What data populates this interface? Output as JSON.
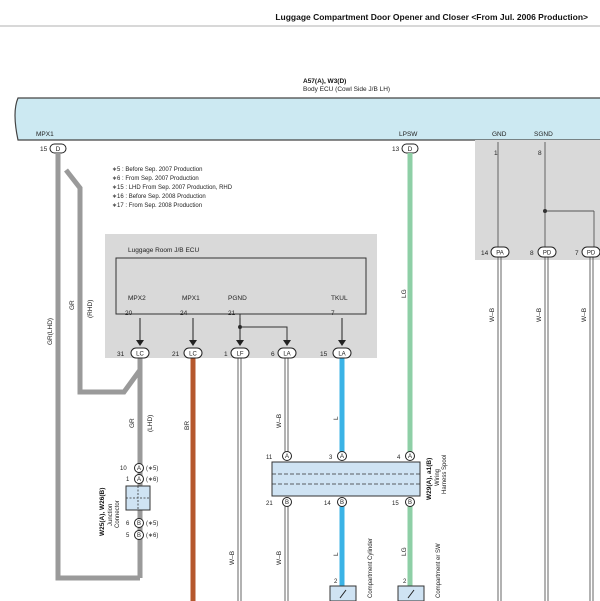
{
  "title": "Luggage Compartment Door Opener and Closer <From Jul. 2006 Production>",
  "body_ecu": {
    "code": "A57(A), W3(D)",
    "name": "Body ECU (Cowl Side J/B LH)",
    "pins": [
      {
        "label": "MPX1",
        "pin": "15",
        "conn": "D"
      },
      {
        "label": "LPSW",
        "pin": "13",
        "conn": "D"
      },
      {
        "label": "GND",
        "pin": "1"
      },
      {
        "label": "SGND",
        "pin": "8"
      }
    ]
  },
  "notes": [
    "∗5 : Before Sep.  2007 Production",
    "∗6 : From Sep.  2007 Production",
    "∗15 : LHD From Sep.  2007 Production,  RHD",
    "∗16 : Before Sep.  2008 Production",
    "∗17 : From Sep.  2008 Production"
  ],
  "luggage_ecu": {
    "name": "Luggage Room J/B ECU",
    "terminals": [
      {
        "label": "MPX2",
        "pin": "20",
        "conn_pin": "31",
        "conn": "LC"
      },
      {
        "label": "MPX1",
        "pin": "24",
        "conn_pin": "21",
        "conn": "LC"
      },
      {
        "label": "PGND",
        "pin": "21",
        "conn_pin": "1",
        "conn": "LF"
      },
      {
        "label": "",
        "pin": "",
        "conn_pin": "6",
        "conn": "LA"
      },
      {
        "label": "TKUL",
        "pin": "7",
        "conn_pin": "15",
        "conn": "LA"
      }
    ]
  },
  "right_connectors": [
    {
      "pin": "14",
      "conn": "PA"
    },
    {
      "pin": "8",
      "conn": "PD"
    },
    {
      "pin": "7",
      "conn": "PD"
    }
  ],
  "wire_labels": {
    "gr_lhd": "GR(LHD)",
    "gr": "GR",
    "rhd": "(RHD)",
    "lg": "LG",
    "wb": "W–B",
    "br": "BR",
    "l": "L",
    "gr2": "GR",
    "lhd2": "(LHD)"
  },
  "junction": {
    "code": "W25(A), W26(B)",
    "line1": "Junction",
    "line2": "Connector",
    "pins": [
      {
        "pin": "10",
        "conn": "A",
        "note": "(∗5)"
      },
      {
        "pin": "1",
        "conn": "A",
        "note": "(∗6)"
      },
      {
        "pin": "6",
        "conn": "B",
        "note": "(∗5)"
      },
      {
        "pin": "5",
        "conn": "B",
        "note": "(∗6)"
      }
    ]
  },
  "spool": {
    "code": "W29(A), a1(B)",
    "line1": "Wiring",
    "line2": "Harness Spool",
    "top_pins": [
      {
        "pin": "11",
        "conn": "A"
      },
      {
        "pin": "3",
        "conn": "A"
      },
      {
        "pin": "4",
        "conn": "A"
      }
    ],
    "bottom_pins": [
      {
        "pin": "21",
        "conn": "B"
      },
      {
        "pin": "14",
        "conn": "B"
      },
      {
        "pin": "15",
        "conn": "B"
      }
    ]
  },
  "bottom": {
    "pin_a": "2",
    "pin_b": "2",
    "label_a": "Compartment Cylinder",
    "label_b": "Compartment er SW"
  },
  "colors": {
    "ecu_blue": "#cce9f2",
    "gray_box": "#d9d9d9",
    "wire_gray": "#9a9a9a",
    "wire_green": "#8ecfa6",
    "wire_blue": "#3bb3e6",
    "wire_brown": "#b5572d",
    "junction_blue": "#cfe3f3"
  }
}
